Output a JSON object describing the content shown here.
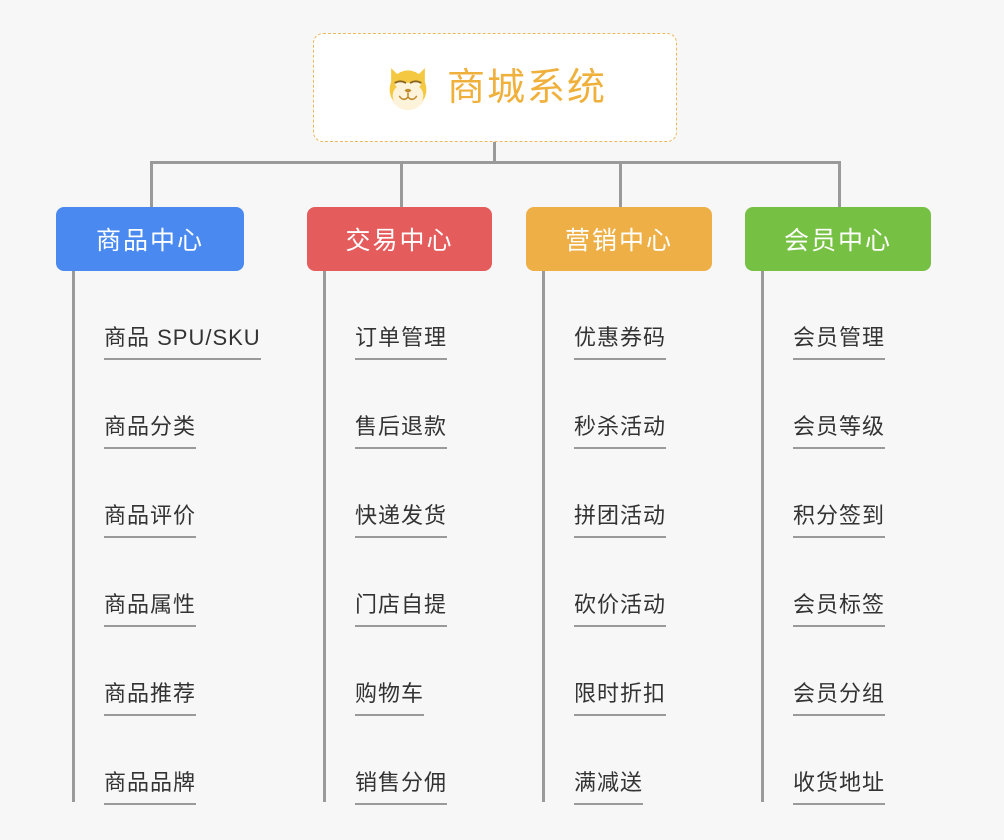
{
  "root": {
    "title": "商城系统",
    "icon": "dog-face-icon",
    "border_color": "#eab95b",
    "text_color": "#f0b03c",
    "background": "#ffffff"
  },
  "canvas": {
    "background": "#f7f7f7",
    "connector_color": "#9a9a9a"
  },
  "columns": [
    {
      "label": "商品中心",
      "color": "#4a8af0",
      "items": [
        {
          "label": "商品 SPU/SKU"
        },
        {
          "label": "商品分类"
        },
        {
          "label": "商品评价"
        },
        {
          "label": "商品属性"
        },
        {
          "label": "商品推荐"
        },
        {
          "label": "商品品牌"
        }
      ]
    },
    {
      "label": "交易中心",
      "color": "#e55c5c",
      "items": [
        {
          "label": "订单管理"
        },
        {
          "label": "售后退款"
        },
        {
          "label": "快递发货"
        },
        {
          "label": "门店自提"
        },
        {
          "label": "购物车"
        },
        {
          "label": "销售分佣"
        }
      ]
    },
    {
      "label": "营销中心",
      "color": "#eeaf46",
      "items": [
        {
          "label": "优惠券码"
        },
        {
          "label": "秒杀活动"
        },
        {
          "label": "拼团活动"
        },
        {
          "label": "砍价活动"
        },
        {
          "label": "限时折扣"
        },
        {
          "label": "满减送"
        }
      ]
    },
    {
      "label": "会员中心",
      "color": "#76c043",
      "items": [
        {
          "label": "会员管理"
        },
        {
          "label": "会员等级"
        },
        {
          "label": "积分签到"
        },
        {
          "label": "会员标签"
        },
        {
          "label": "会员分组"
        },
        {
          "label": "收货地址"
        }
      ]
    }
  ]
}
